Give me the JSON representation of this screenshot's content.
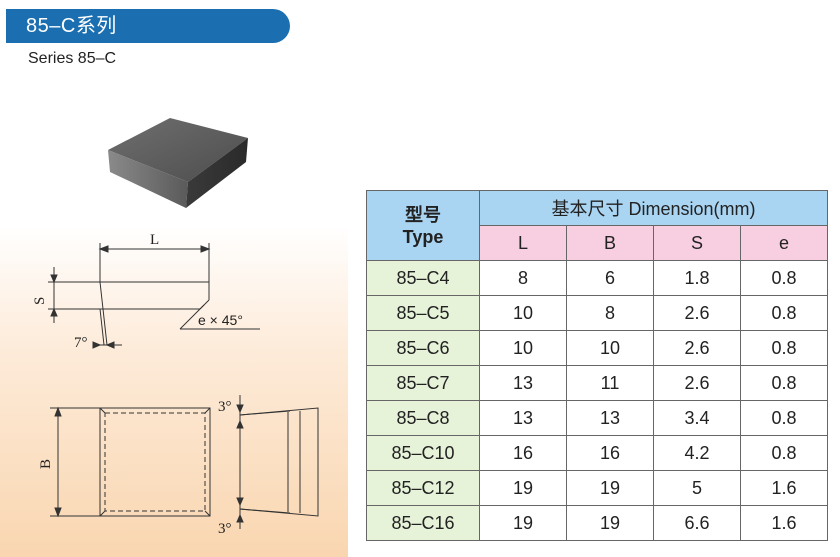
{
  "header": {
    "title": "85–C系列",
    "subtitle": "Series 85–C"
  },
  "drawing": {
    "label_L": "L",
    "label_S": "S",
    "label_B": "B",
    "label_e": "e × 45°",
    "label_7": "7°",
    "label_3_top": "3°",
    "label_3_bottom": "3°"
  },
  "table": {
    "type_header_cn": "型号",
    "type_header_en": "Type",
    "dimension_header": "基本尺寸  Dimension(mm)",
    "columns": [
      "L",
      "B",
      "S",
      "e"
    ],
    "rows": [
      {
        "type": "85–C4",
        "L": "8",
        "B": "6",
        "S": "1.8",
        "e": "0.8"
      },
      {
        "type": "85–C5",
        "L": "10",
        "B": "8",
        "S": "2.6",
        "e": "0.8"
      },
      {
        "type": "85–C6",
        "L": "10",
        "B": "10",
        "S": "2.6",
        "e": "0.8"
      },
      {
        "type": "85–C7",
        "L": "13",
        "B": "11",
        "S": "2.6",
        "e": "0.8"
      },
      {
        "type": "85–C8",
        "L": "13",
        "B": "13",
        "S": "3.4",
        "e": "0.8"
      },
      {
        "type": "85–C10",
        "L": "16",
        "B": "16",
        "S": "4.2",
        "e": "0.8"
      },
      {
        "type": "85–C12",
        "L": "19",
        "B": "19",
        "S": "5",
        "e": "1.6"
      },
      {
        "type": "85–C16",
        "L": "19",
        "B": "19",
        "S": "6.6",
        "e": "1.6"
      }
    ]
  },
  "colors": {
    "title_bar": "#1b6fb0",
    "header_blue": "#a9d4f2",
    "header_pink": "#f8cfe0",
    "type_green": "#e6f3d9"
  }
}
